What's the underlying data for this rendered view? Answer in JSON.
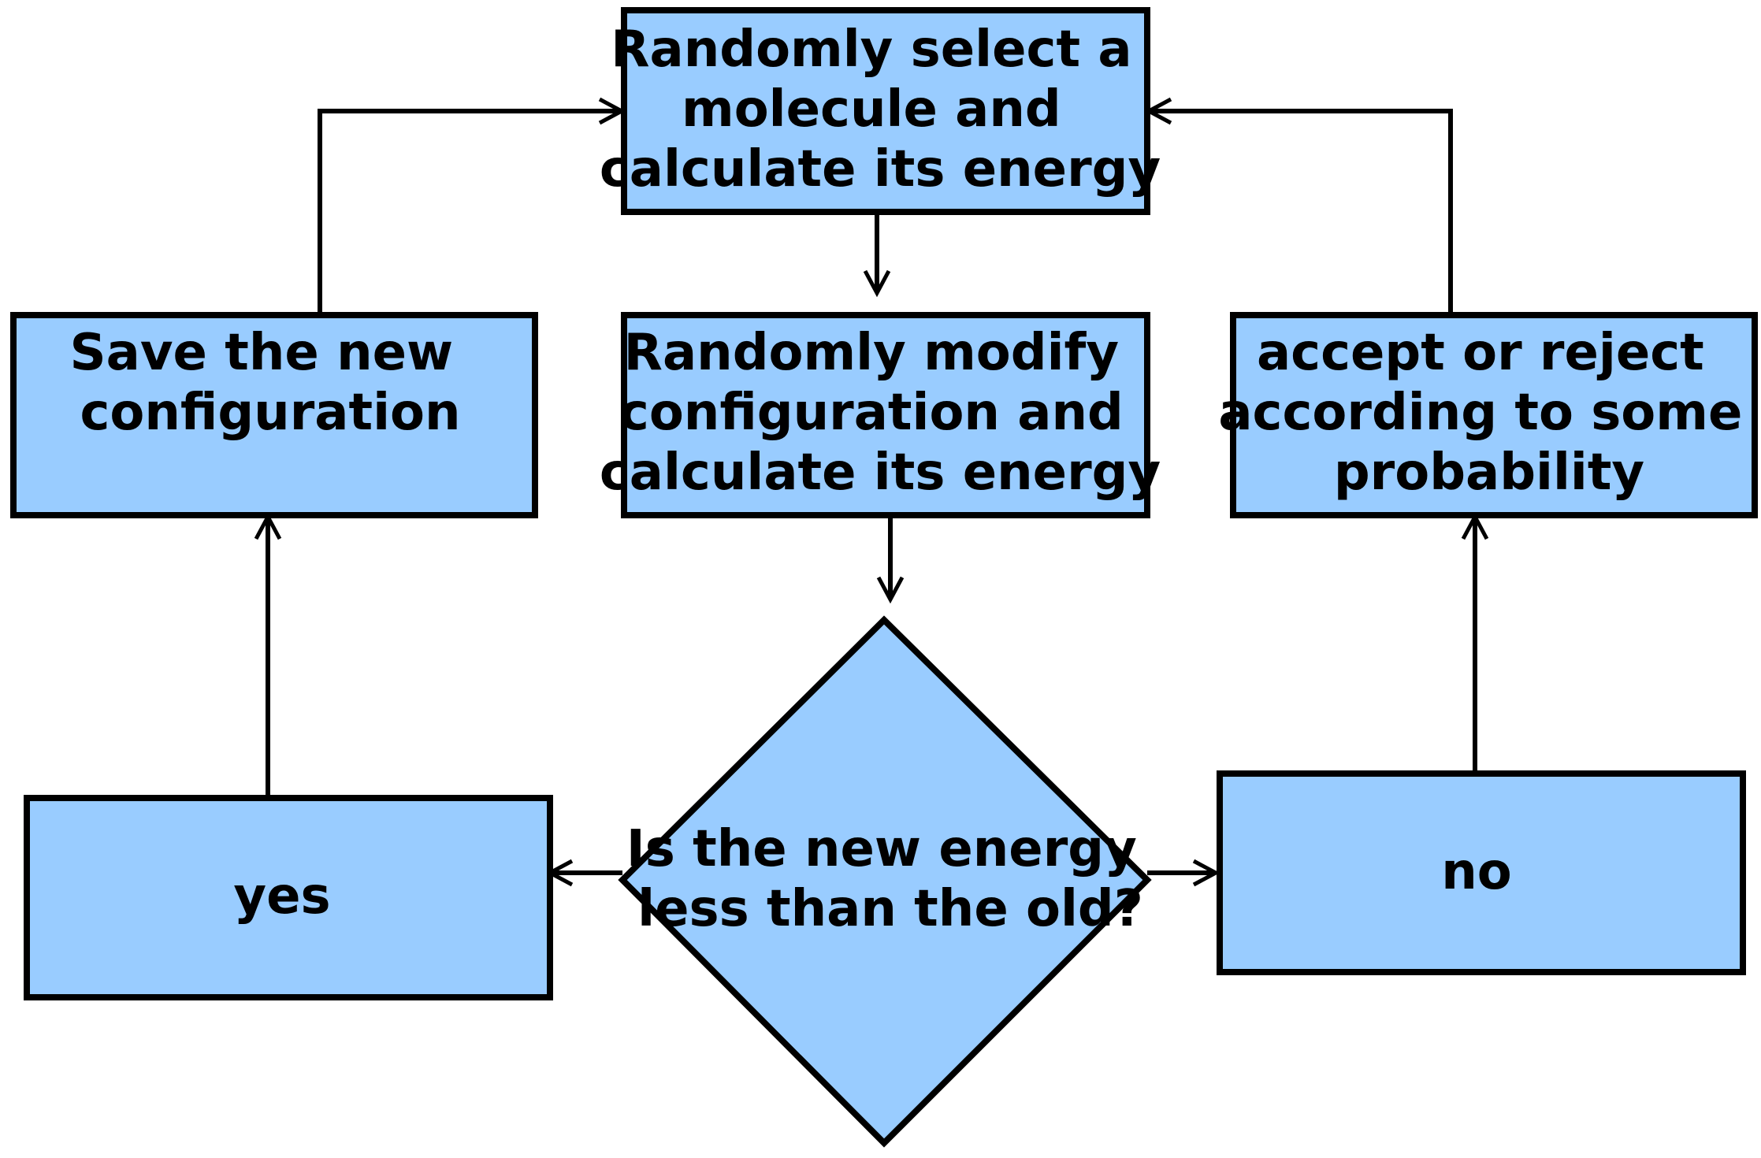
{
  "colors": {
    "node_fill": "#99ccff",
    "node_stroke": "#000000",
    "edge": "#000000",
    "background": "#ffffff"
  },
  "nodes": {
    "select_molecule": {
      "shape": "rectangle",
      "lines": [
        "Randomly select a",
        "molecule and",
        "calculate its energy"
      ]
    },
    "save_config": {
      "shape": "rectangle",
      "lines": [
        "Save the new",
        "configuration"
      ]
    },
    "modify_config": {
      "shape": "rectangle",
      "lines": [
        "Randomly modify",
        "configuration and",
        "calculate its energy"
      ]
    },
    "accept_reject": {
      "shape": "rectangle",
      "lines": [
        "accept or reject",
        "according to some",
        "probability"
      ]
    },
    "yes": {
      "shape": "rectangle",
      "lines": [
        "yes"
      ]
    },
    "decision": {
      "shape": "diamond",
      "lines": [
        "Is the new energy",
        "less than the old?"
      ]
    },
    "no": {
      "shape": "rectangle",
      "lines": [
        "no"
      ]
    }
  },
  "edges": [
    {
      "from": "select_molecule",
      "to": "modify_config"
    },
    {
      "from": "modify_config",
      "to": "decision"
    },
    {
      "from": "decision",
      "to": "yes"
    },
    {
      "from": "decision",
      "to": "no"
    },
    {
      "from": "yes",
      "to": "save_config"
    },
    {
      "from": "no",
      "to": "accept_reject"
    },
    {
      "from": "save_config",
      "to": "select_molecule"
    },
    {
      "from": "accept_reject",
      "to": "select_molecule"
    }
  ]
}
